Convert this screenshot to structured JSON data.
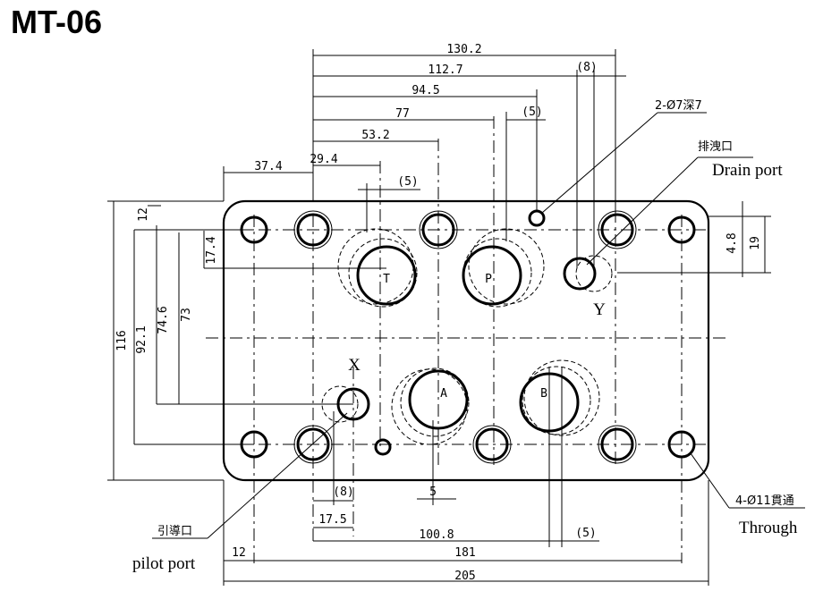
{
  "title": "MT-06",
  "dims": {
    "d130_2": "130.2",
    "d112_7": "112.7",
    "d8_top": "(8)",
    "d94_5": "94.5",
    "d77": "77",
    "d5_top": "(5)",
    "d53_2": "53.2",
    "d37_4": "37.4",
    "d29_4": "29.4",
    "d5_mid": "(5)",
    "d12_left": "12",
    "d116": "116",
    "d92_1": "92.1",
    "d74_6": "74.6",
    "d73": "73",
    "d17_4": "17.4",
    "d4_8": "4.8",
    "d19": "19",
    "d8_bottom": "(8)",
    "d5_bottom": "5",
    "d17_5": "17.5",
    "d100_8": "100.8",
    "d5_bottom_right": "(5)",
    "d12_bottom": "12",
    "d181": "181",
    "d205": "205"
  },
  "ports": {
    "T": "T",
    "P": "P",
    "A": "A",
    "B": "B",
    "X": "X",
    "Y": "Y"
  },
  "callouts": {
    "drill_holes": "2-Ø7深7",
    "drain_cn": "排洩口",
    "drain_en": "Drain port",
    "through_cn": "4-Ø11貫通",
    "through_en": "Through",
    "pilot_cn": "引導口",
    "pilot_en": "pilot port"
  }
}
